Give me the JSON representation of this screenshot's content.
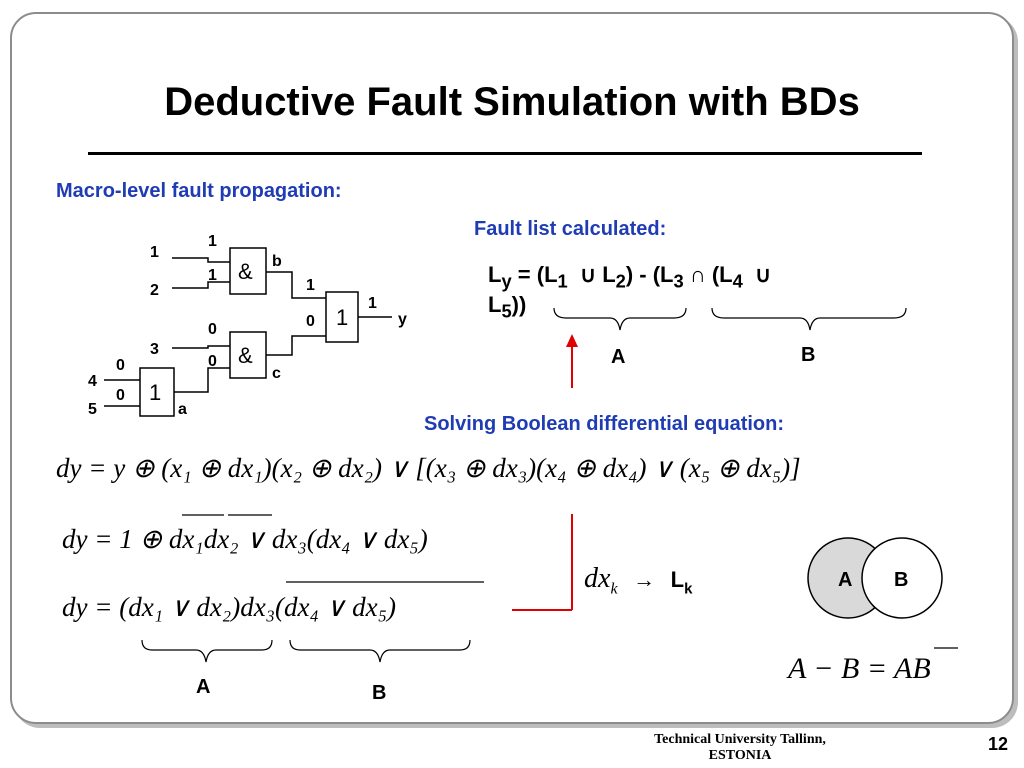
{
  "title": "Deductive Fault Simulation with BDs",
  "macro_heading": "Macro-level fault propagation:",
  "fault_list_heading": "Fault list calculated:",
  "solving_heading": "Solving Boolean differential equation:",
  "circuit": {
    "inputs": [
      "1",
      "2",
      "3",
      "4",
      "5"
    ],
    "gate_and": "&",
    "gate_or": "1",
    "wire_labels": {
      "b": "b",
      "c": "c",
      "a": "a",
      "y": "y"
    },
    "values": {
      "in1": "1",
      "in2": "1",
      "in3": "0",
      "in4": "0",
      "in4b": "0",
      "in5": "0",
      "b": "1",
      "c": "0",
      "y": "1"
    }
  },
  "fault_list": {
    "line1": "L",
    "sub_y": "y",
    "eq": "= (L",
    "sub1": "1",
    "union1": "∪",
    "l2": "L",
    "sub2": "2",
    "minus": ") - (L",
    "sub3": "3",
    "inter": "∩",
    "l4": "(L",
    "sub4": "4",
    "union2": "∪",
    "line2": "L",
    "sub5": "5",
    "close": "))",
    "label_a": "A",
    "label_b": "B"
  },
  "equations": {
    "eq1": "dy = y ⊕ (x₁ ⊕ dx₁)(x₂ ⊕ dx₂) ∨ [(x₃ ⊕ dx₃)(x₄ ⊕ dx₄) ∨ (x₅ ⊕ dx₅)]",
    "eq2": "dy = 1 ⊕ dx₁dx₂ ∨ dx₃(dx₄ ∨ dx₅)",
    "eq3": "dy = (dx₁ ∨ dx₂)dx₃(dx₄ ∨ dx₅)",
    "label_a": "A",
    "label_b": "B",
    "map_dx": "dx",
    "map_k": "k",
    "map_arrow": "→",
    "map_L": "L",
    "map_Lk": "k",
    "set_eq": "A − B = AB"
  },
  "venn": {
    "a": "A",
    "b": "B"
  },
  "footer": {
    "line1": "Technical University Tallinn,",
    "line2": "ESTONIA"
  },
  "page_number": "12",
  "colors": {
    "accent": "#1f3cb4",
    "arrow": "#e00000",
    "venn_a": "#d9d9d9"
  }
}
